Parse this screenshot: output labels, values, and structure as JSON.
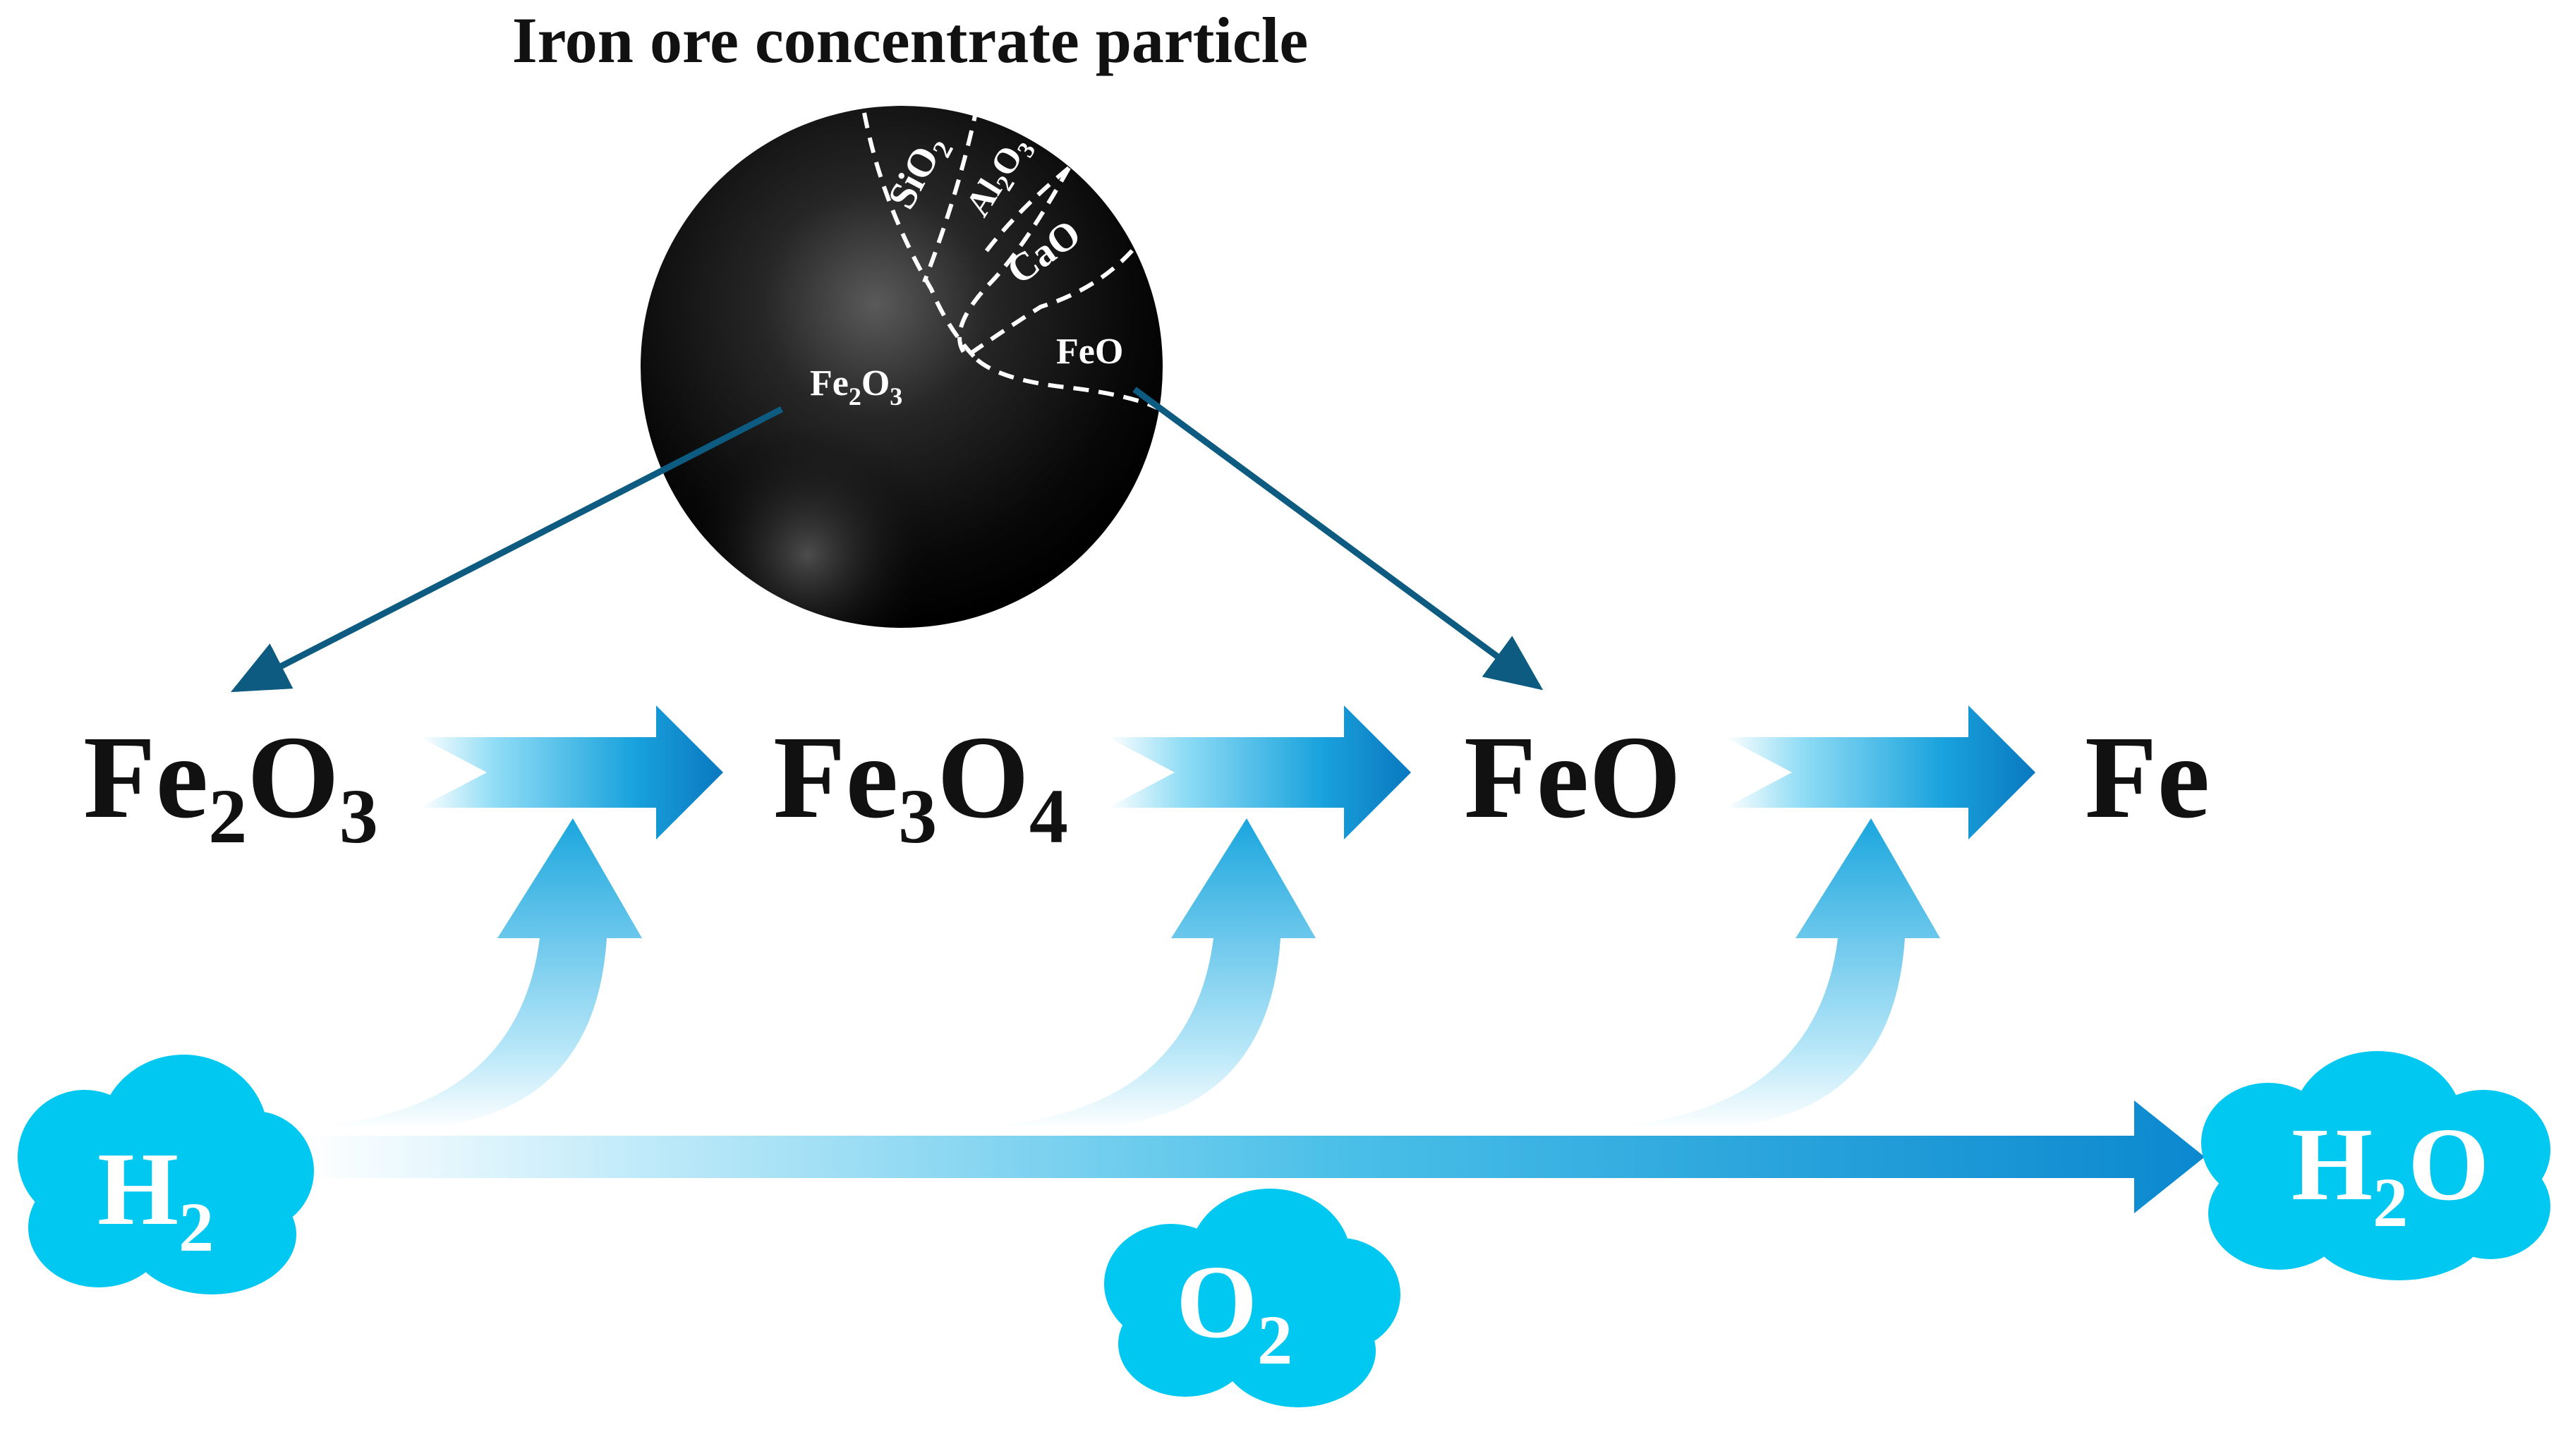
{
  "title": "Iron ore concentrate particle",
  "particle": {
    "components": {
      "sio2": {
        "base": "SiO",
        "sub": "2"
      },
      "al2o3": {
        "a": "Al",
        "sub1": "2",
        "b": "O",
        "sub2": "3"
      },
      "cao": "CaO",
      "feo": "FeO",
      "fe2o3": {
        "a": "Fe",
        "sub1": "2",
        "b": "O",
        "sub2": "3"
      }
    }
  },
  "species": {
    "fe2o3": {
      "a": "Fe",
      "sub1": "2",
      "b": "O",
      "sub2": "3"
    },
    "fe3o4": {
      "a": "Fe",
      "sub1": "3",
      "b": "O",
      "sub2": "4"
    },
    "feo": "FeO",
    "fe": "Fe"
  },
  "gases": {
    "h2": {
      "base": "H",
      "sub": "2"
    },
    "h2o": {
      "a": "H",
      "sub": "2",
      "b": "O"
    },
    "o2": {
      "base": "O",
      "sub": "2"
    }
  },
  "colors": {
    "arrow_dark": "#0a7bc4",
    "arrow_light": "#bfe9f8",
    "cloud": "#00c8f0",
    "pointer": "#0d5b80",
    "particle": "#0c0c0c"
  }
}
